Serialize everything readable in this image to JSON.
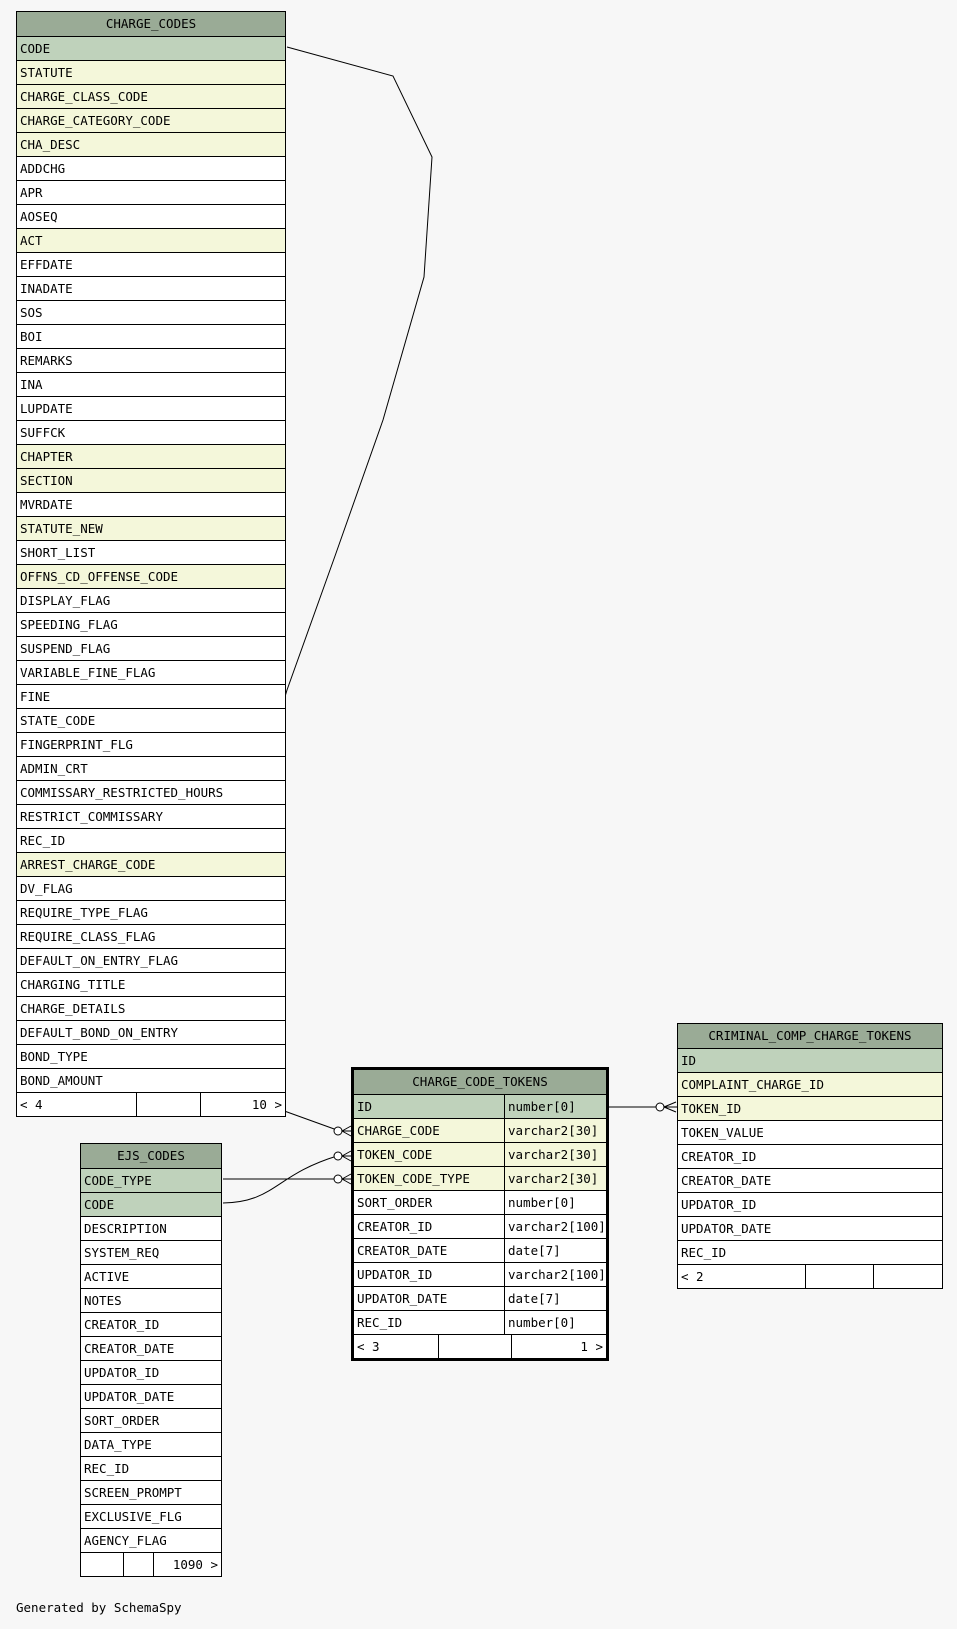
{
  "tables": {
    "charge_codes": {
      "title": "CHARGE_CODES",
      "columns": [
        {
          "name": "CODE",
          "kind": "pk"
        },
        {
          "name": "STATUTE",
          "kind": "fk"
        },
        {
          "name": "CHARGE_CLASS_CODE",
          "kind": "fk"
        },
        {
          "name": "CHARGE_CATEGORY_CODE",
          "kind": "fk"
        },
        {
          "name": "CHA_DESC",
          "kind": "fk"
        },
        {
          "name": "ADDCHG",
          "kind": "plain"
        },
        {
          "name": "APR",
          "kind": "plain"
        },
        {
          "name": "AOSEQ",
          "kind": "plain"
        },
        {
          "name": "ACT",
          "kind": "fk"
        },
        {
          "name": "EFFDATE",
          "kind": "plain"
        },
        {
          "name": "INADATE",
          "kind": "plain"
        },
        {
          "name": "SOS",
          "kind": "plain"
        },
        {
          "name": "BOI",
          "kind": "plain"
        },
        {
          "name": "REMARKS",
          "kind": "plain"
        },
        {
          "name": "INA",
          "kind": "plain"
        },
        {
          "name": "LUPDATE",
          "kind": "plain"
        },
        {
          "name": "SUFFCK",
          "kind": "plain"
        },
        {
          "name": "CHAPTER",
          "kind": "fk"
        },
        {
          "name": "SECTION",
          "kind": "fk"
        },
        {
          "name": "MVRDATE",
          "kind": "plain"
        },
        {
          "name": "STATUTE_NEW",
          "kind": "fk"
        },
        {
          "name": "SHORT_LIST",
          "kind": "plain"
        },
        {
          "name": "OFFNS_CD_OFFENSE_CODE",
          "kind": "fk"
        },
        {
          "name": "DISPLAY_FLAG",
          "kind": "plain"
        },
        {
          "name": "SPEEDING_FLAG",
          "kind": "plain"
        },
        {
          "name": "SUSPEND_FLAG",
          "kind": "plain"
        },
        {
          "name": "VARIABLE_FINE_FLAG",
          "kind": "plain"
        },
        {
          "name": "FINE",
          "kind": "plain"
        },
        {
          "name": "STATE_CODE",
          "kind": "plain"
        },
        {
          "name": "FINGERPRINT_FLG",
          "kind": "plain"
        },
        {
          "name": "ADMIN_CRT",
          "kind": "plain"
        },
        {
          "name": "COMMISSARY_RESTRICTED_HOURS",
          "kind": "plain"
        },
        {
          "name": "RESTRICT_COMMISSARY",
          "kind": "plain"
        },
        {
          "name": "REC_ID",
          "kind": "plain"
        },
        {
          "name": "ARREST_CHARGE_CODE",
          "kind": "fk"
        },
        {
          "name": "DV_FLAG",
          "kind": "plain"
        },
        {
          "name": "REQUIRE_TYPE_FLAG",
          "kind": "plain"
        },
        {
          "name": "REQUIRE_CLASS_FLAG",
          "kind": "plain"
        },
        {
          "name": "DEFAULT_ON_ENTRY_FLAG",
          "kind": "plain"
        },
        {
          "name": "CHARGING_TITLE",
          "kind": "plain"
        },
        {
          "name": "CHARGE_DETAILS",
          "kind": "plain"
        },
        {
          "name": "DEFAULT_BOND_ON_ENTRY",
          "kind": "plain"
        },
        {
          "name": "BOND_TYPE",
          "kind": "plain"
        },
        {
          "name": "BOND_AMOUNT",
          "kind": "plain"
        }
      ],
      "footer": [
        "< 4",
        "",
        "10 >"
      ]
    },
    "ejs_codes": {
      "title": "EJS_CODES",
      "columns": [
        {
          "name": "CODE_TYPE",
          "kind": "pk"
        },
        {
          "name": "CODE",
          "kind": "pk"
        },
        {
          "name": "DESCRIPTION",
          "kind": "plain"
        },
        {
          "name": "SYSTEM_REQ",
          "kind": "plain"
        },
        {
          "name": "ACTIVE",
          "kind": "plain"
        },
        {
          "name": "NOTES",
          "kind": "plain"
        },
        {
          "name": "CREATOR_ID",
          "kind": "plain"
        },
        {
          "name": "CREATOR_DATE",
          "kind": "plain"
        },
        {
          "name": "UPDATOR_ID",
          "kind": "plain"
        },
        {
          "name": "UPDATOR_DATE",
          "kind": "plain"
        },
        {
          "name": "SORT_ORDER",
          "kind": "plain"
        },
        {
          "name": "DATA_TYPE",
          "kind": "plain"
        },
        {
          "name": "REC_ID",
          "kind": "plain"
        },
        {
          "name": "SCREEN_PROMPT",
          "kind": "plain"
        },
        {
          "name": "EXCLUSIVE_FLG",
          "kind": "plain"
        },
        {
          "name": "AGENCY_FLAG",
          "kind": "plain"
        }
      ],
      "footer": [
        "",
        "",
        "1090 >"
      ]
    },
    "charge_code_tokens": {
      "title": "CHARGE_CODE_TOKENS",
      "columns": [
        {
          "name": "ID",
          "type": "number[0]",
          "kind": "pk"
        },
        {
          "name": "CHARGE_CODE",
          "type": "varchar2[30]",
          "kind": "fk"
        },
        {
          "name": "TOKEN_CODE",
          "type": "varchar2[30]",
          "kind": "fk"
        },
        {
          "name": "TOKEN_CODE_TYPE",
          "type": "varchar2[30]",
          "kind": "fk"
        },
        {
          "name": "SORT_ORDER",
          "type": "number[0]",
          "kind": "plain"
        },
        {
          "name": "CREATOR_ID",
          "type": "varchar2[100]",
          "kind": "plain"
        },
        {
          "name": "CREATOR_DATE",
          "type": "date[7]",
          "kind": "plain"
        },
        {
          "name": "UPDATOR_ID",
          "type": "varchar2[100]",
          "kind": "plain"
        },
        {
          "name": "UPDATOR_DATE",
          "type": "date[7]",
          "kind": "plain"
        },
        {
          "name": "REC_ID",
          "type": "number[0]",
          "kind": "plain"
        }
      ],
      "footer": [
        "< 3",
        "",
        "1 >"
      ]
    },
    "criminal_comp_charge_tokens": {
      "title": "CRIMINAL_COMP_CHARGE_TOKENS",
      "columns": [
        {
          "name": "ID",
          "kind": "pk"
        },
        {
          "name": "COMPLAINT_CHARGE_ID",
          "kind": "fk"
        },
        {
          "name": "TOKEN_ID",
          "kind": "fk"
        },
        {
          "name": "TOKEN_VALUE",
          "kind": "plain"
        },
        {
          "name": "CREATOR_ID",
          "kind": "plain"
        },
        {
          "name": "CREATOR_DATE",
          "kind": "plain"
        },
        {
          "name": "UPDATOR_ID",
          "kind": "plain"
        },
        {
          "name": "UPDATOR_DATE",
          "kind": "plain"
        },
        {
          "name": "REC_ID",
          "kind": "plain"
        }
      ],
      "footer": [
        "< 2",
        "",
        ""
      ]
    }
  },
  "generated_by": "Generated by SchemaSpy"
}
